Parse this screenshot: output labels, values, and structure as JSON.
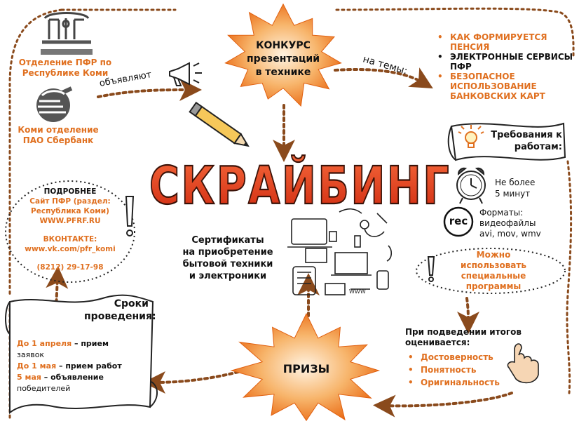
{
  "colors": {
    "accent": "#e07020",
    "title_red": "#e0411a",
    "dotted_line": "#8a4a1c",
    "text": "#111111"
  },
  "icons": [
    "pfr-logo-icon",
    "sberbank-logo-icon",
    "megaphone-icon",
    "pencil-icon",
    "lightbulb-icon",
    "alarm-clock-icon",
    "rec-icon",
    "exclamation-icon",
    "electronics-doodle-icon",
    "finger-pointing-icon"
  ],
  "organizers": {
    "pfr": "Отделение ПФР по Республике Коми",
    "sber": "Коми отделение ПАО Сбербанк"
  },
  "announce_label": "объявляют",
  "contest": {
    "line1": "КОНКУРС",
    "line2": "презентаций",
    "line3": "в технике"
  },
  "topics_label": "на темы:",
  "topics": [
    "КАК ФОРМИРУЕТСЯ ПЕНСИЯ",
    "ЭЛЕКТРОННЫЕ СЕРВИСЫ ПФР",
    "БЕЗОПАСНОЕ ИСПОЛЬЗОВАНИЕ БАНКОВСКИХ КАРТ"
  ],
  "main_title": "СКРАЙБИНГ",
  "requirements": {
    "title": "Требования к работам:",
    "duration_l1": "Не более",
    "duration_l2": "5 минут",
    "rec_label": "rec",
    "formats_l1": "Форматы:",
    "formats_l2": "видеофайлы",
    "formats_l3": "avi, mov, wmv",
    "special_l1": "Можно",
    "special_l2": "использовать",
    "special_l3": "специальные",
    "special_l4": "программы"
  },
  "more_info": {
    "title": "ПОДРОБНЕЕ",
    "site_l1": "Сайт ПФР (раздел:",
    "site_l2": "Республика Коми)",
    "site_url": "WWW.PFRF.RU",
    "vk_label": "ВКОНТАКТЕ:",
    "vk_url": "www.vk.com/pfr_komi",
    "phone": "(8212) 29-17-98"
  },
  "prizes": {
    "l1": "Сертификаты",
    "l2": "на приобретение",
    "l3": "бытовой техники",
    "l4": "и электроники",
    "burst": "ПРИЗЫ"
  },
  "deadlines": {
    "title_l1": "Сроки",
    "title_l2": "проведения:",
    "d1_date": "До 1 апреля",
    "d1_rest": " – прием",
    "d1_cont": "заявок",
    "d2_date": "До 1 мая",
    "d2_rest": " – прием работ",
    "d3_date": "5 мая",
    "d3_rest": " – объявление",
    "d3_cont": "победителей"
  },
  "evaluation": {
    "title_l1": "При подведении итогов",
    "title_l2": "оценивается:",
    "criteria": [
      "Достоверность",
      "Понятность",
      "Оригинальность"
    ]
  }
}
